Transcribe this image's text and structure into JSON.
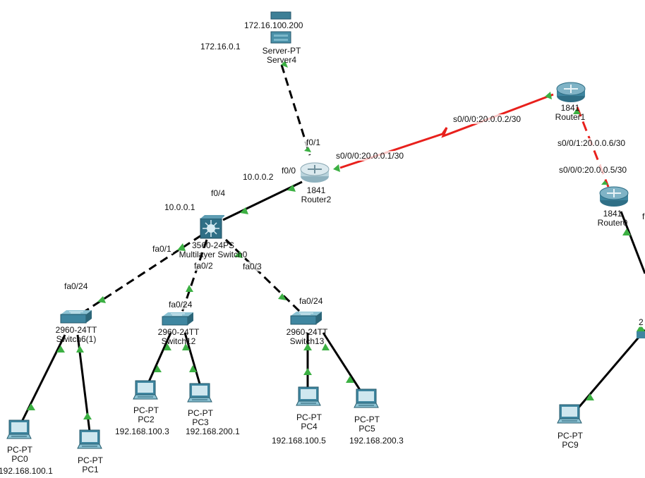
{
  "devices": {
    "server4": {
      "model": "Server-PT",
      "name": "Server4"
    },
    "router2": {
      "model": "1841",
      "name": "Router2"
    },
    "router1": {
      "model": "1841",
      "name": "Router1"
    },
    "router0": {
      "model": "1841",
      "name": "Router0"
    },
    "mswitch0": {
      "model": "3560-24PS",
      "name": "Multilayer Switch0"
    },
    "switch6": {
      "model": "2960-24TT",
      "name": "Switch6(1)"
    },
    "switch12": {
      "model": "2960-24TT",
      "name": "Switch12"
    },
    "switch13": {
      "model": "2960-24TT",
      "name": "Switch13"
    },
    "pc0": {
      "model": "PC-PT",
      "name": "PC0"
    },
    "pc1": {
      "model": "PC-PT",
      "name": "PC1"
    },
    "pc2": {
      "model": "PC-PT",
      "name": "PC2"
    },
    "pc3": {
      "model": "PC-PT",
      "name": "PC3"
    },
    "pc4": {
      "model": "PC-PT",
      "name": "PC4"
    },
    "pc5": {
      "model": "PC-PT",
      "name": "PC5"
    },
    "pc9": {
      "model": "PC-PT",
      "name": "PC9"
    },
    "switch_right": {
      "model": "2",
      "name": ""
    }
  },
  "labels": {
    "server_ip": "172.16.100.200",
    "server_gw": "172.16.0.1",
    "r2_f0_1": "f0/1",
    "r2_f0_0": "f0/0",
    "r2_ip_lan": "10.0.0.2",
    "r2_serial": "s0/0/0:20.0.0.1/30",
    "r1_serial0": "s0/0/0:20.0.0.2/30",
    "r1_serial1": "s0/0/1:20.0.0.6/30",
    "r0_serial0": "s0/0/0:20.0.0.5/30",
    "ms_f0_4": "f0/4",
    "ms_ip": "10.0.0.1",
    "ms_fa0_1": "fa0/1",
    "ms_fa0_2": "fa0/2",
    "ms_fa0_3": "fa0/3",
    "sw6_fa0_24": "fa0/24",
    "sw12_fa0_24": "fa0/24",
    "sw13_fa0_24": "fa0/24",
    "pc0_ip": "192.168.100.1",
    "pc2_ip": "192.168.100.3",
    "pc3_ip": "192.168.200.1",
    "pc4_ip": "192.168.100.5",
    "pc5_ip": "192.168.200.3"
  },
  "colors": {
    "serial_link": "#e8201c",
    "ethernet_link": "#000000",
    "port_up": "#3cb043",
    "device_teal": "#4a90a8"
  }
}
